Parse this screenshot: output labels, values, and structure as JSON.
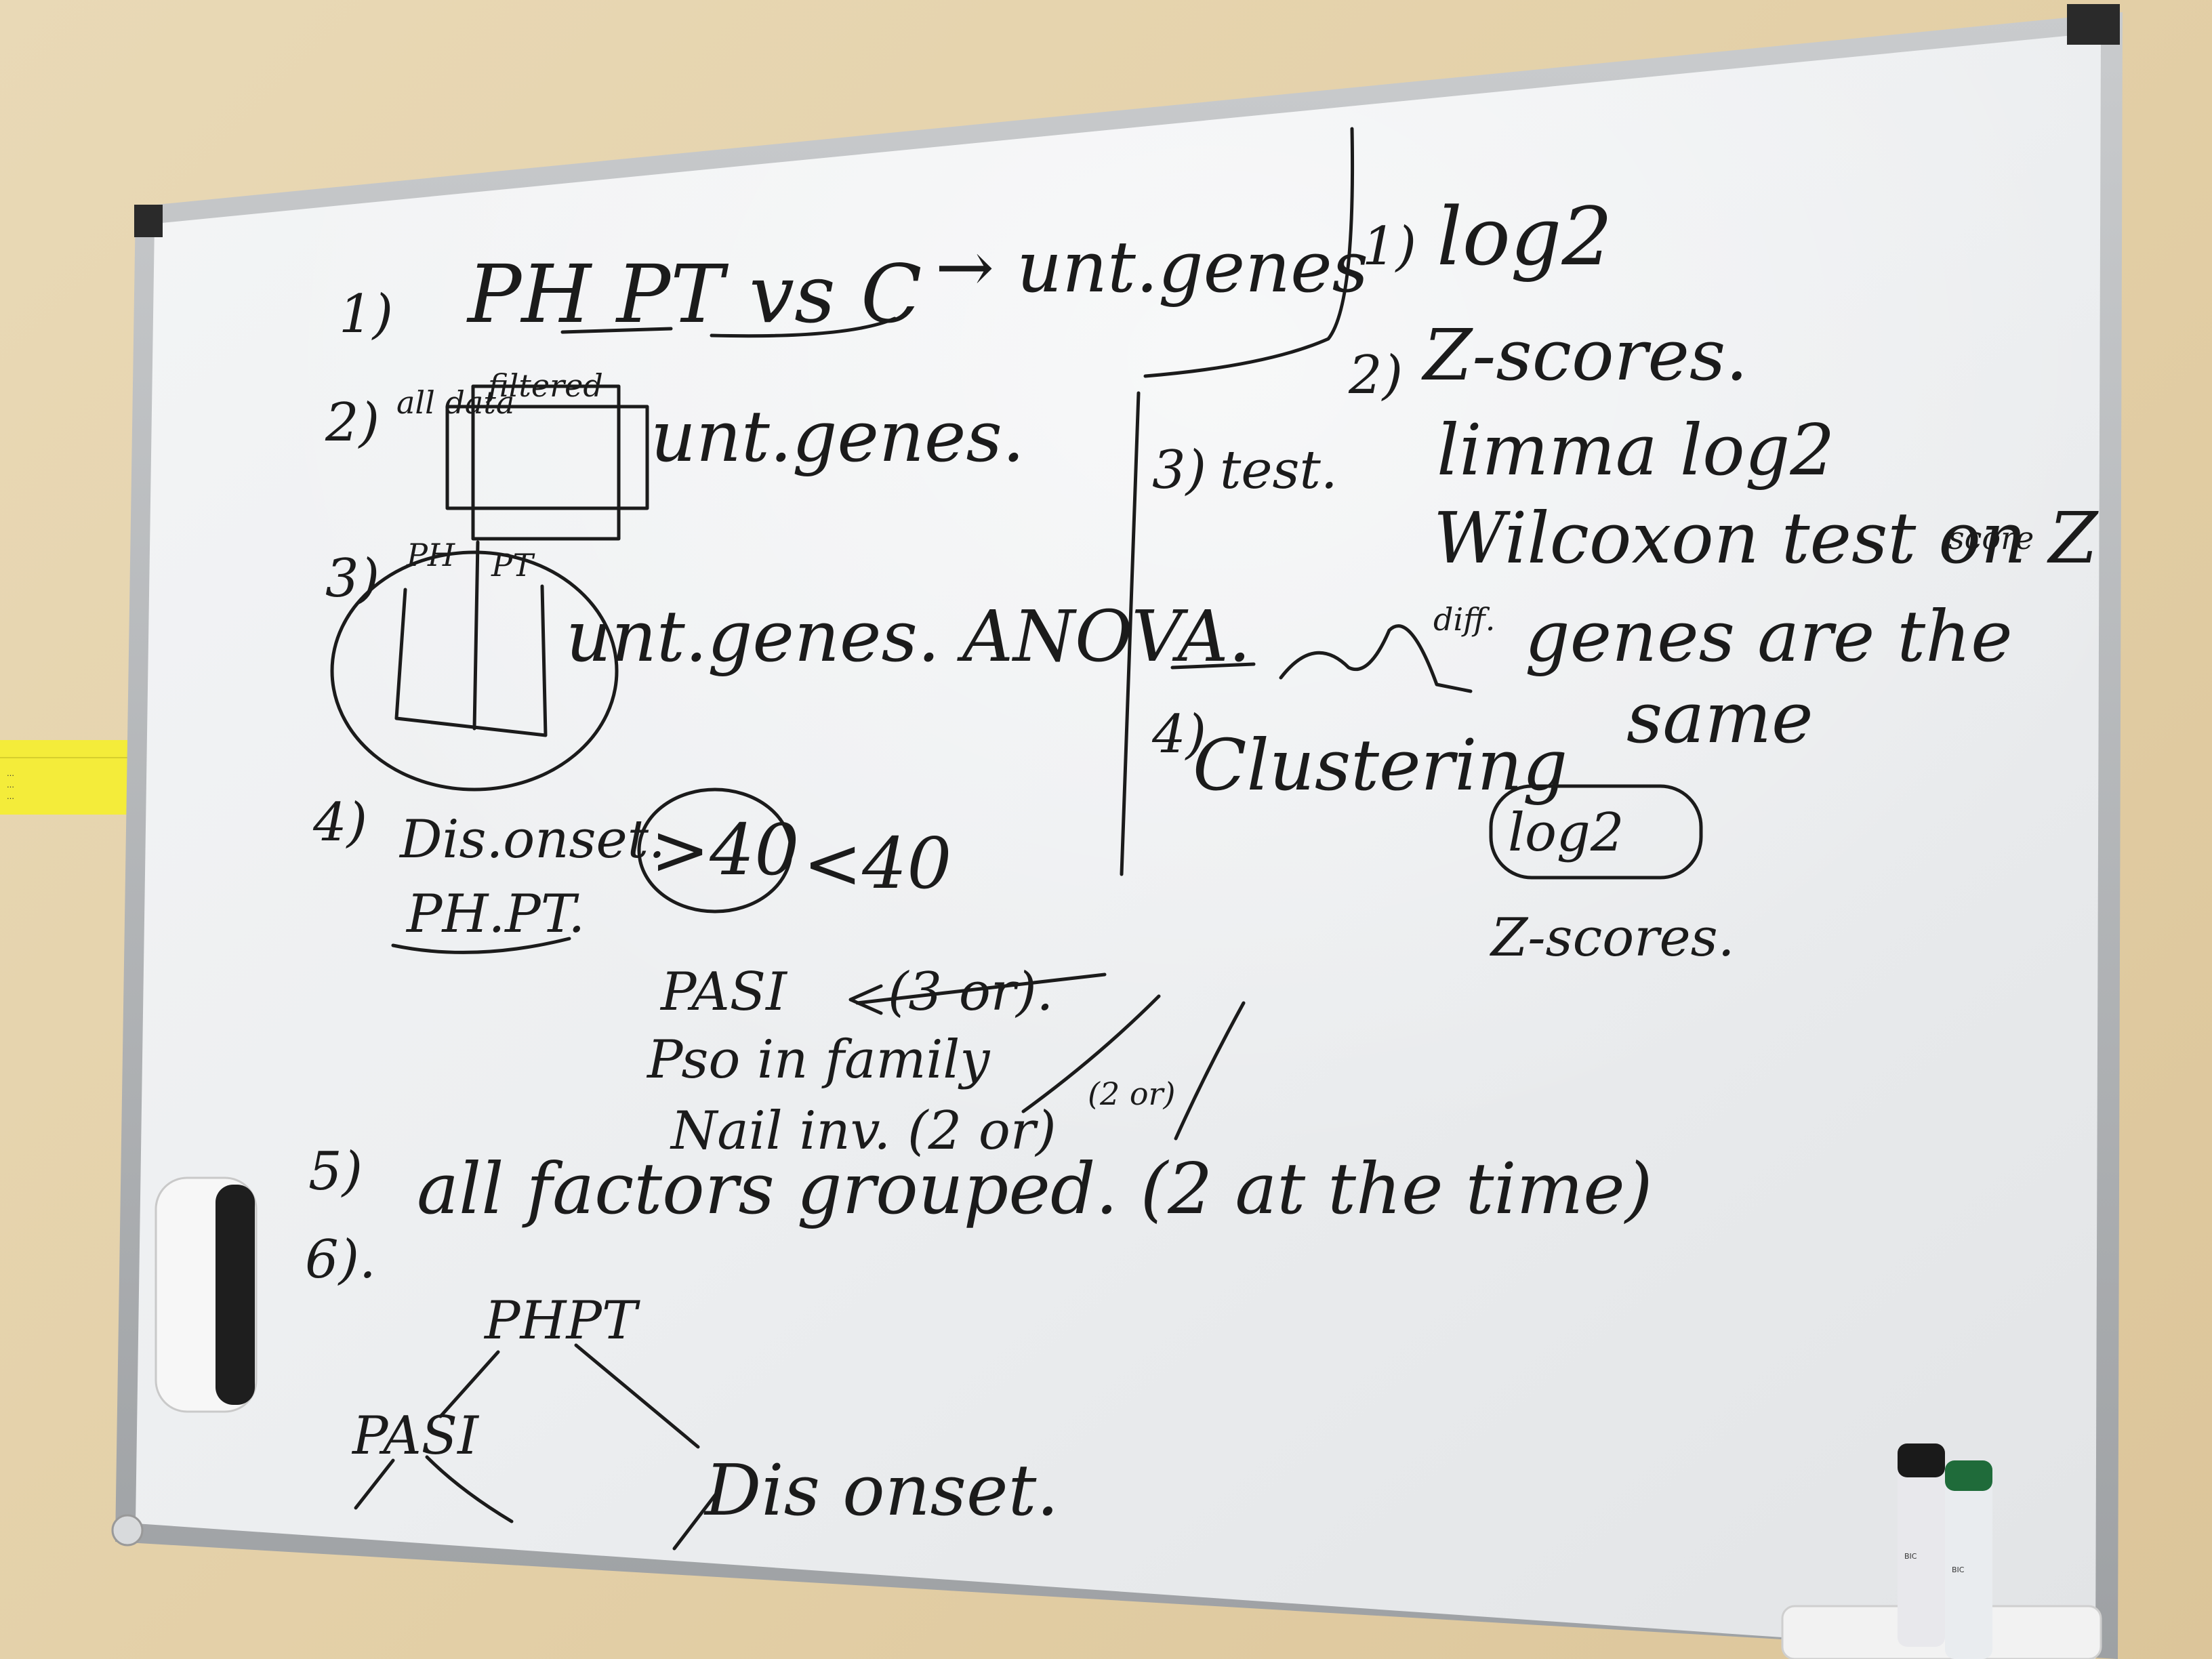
{
  "sticky_note": {
    "color": "#f4ec3a",
    "lines": [
      "…",
      "…",
      "…"
    ]
  },
  "whiteboard": {
    "left_column": {
      "item1": {
        "num": "1)",
        "text": "PH PT vs C",
        "arrow_text": "→ unt.genes"
      },
      "item2": {
        "num": "2)",
        "label_a": "all data",
        "label_b": "filtered",
        "text": "unt.genes."
      },
      "item3": {
        "num": "3)",
        "label_a": "PH",
        "label_b": "PT",
        "text": "unt.genes. ANOVA."
      },
      "item4": {
        "num": "4)",
        "text_a": "Dis.onset.",
        "text_b": "PH.PT.",
        "circled": ">40",
        "other": "<40"
      },
      "pasi_block": {
        "line1": "PASI",
        "line1_struck": "(3 or).",
        "line2": "Pso in family",
        "line3": "Nail inv. (2 or)",
        "side": "(2 or)"
      },
      "item5": {
        "num": "5)",
        "text": "all factors grouped. (2 at the time)"
      },
      "item6": {
        "num": "6).",
        "root": "PHPT",
        "left": "PASI",
        "right": "Dis onset."
      }
    },
    "right_column": {
      "r1": {
        "num": "1)",
        "text": "log2"
      },
      "r2": {
        "num": "2)",
        "text": "Z-scores."
      },
      "r3": {
        "num": "3)",
        "text": "test.",
        "line1": "limma log2",
        "line2": "Wilcoxon test on Z",
        "line2_extra": "score",
        "small": "diff.",
        "line3": "genes are the",
        "line4": "same"
      },
      "r4": {
        "num": "4)",
        "text": "Clustering",
        "circled": "log2",
        "sub": "Z-scores."
      }
    }
  },
  "markers": [
    {
      "color": "#1a1a1a",
      "brand": "BIC"
    },
    {
      "color": "#1f6b3a",
      "brand": "BIC"
    }
  ]
}
